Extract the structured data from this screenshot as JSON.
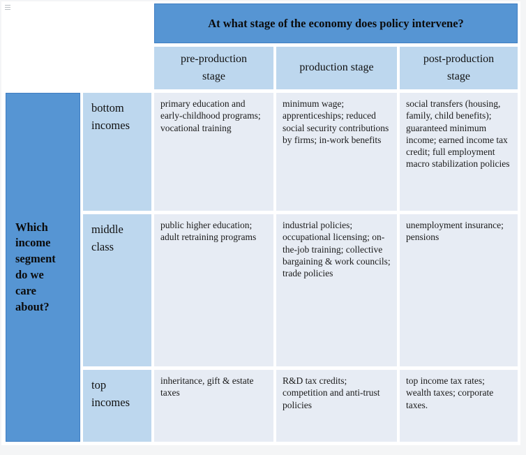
{
  "chart_data": {
    "type": "table",
    "title": "At what stage of the economy does policy intervene?",
    "row_dimension_title": "Which\nincome\nsegment\ndo we\ncare\nabout?",
    "columns": [
      "pre-production\nstage",
      "production stage",
      "post-production\nstage"
    ],
    "rows": [
      {
        "label": "bottom\nincomes",
        "cells": [
          "primary education and early-childhood programs; vocational training",
          "minimum wage; apprenticeships; reduced social security contributions by firms; in-work benefits",
          "social transfers (housing, family, child benefits); guaranteed minimum income; earned income tax credit; full employment macro stabilization policies"
        ]
      },
      {
        "label": "middle\nclass",
        "cells": [
          "public higher education; adult retraining programs",
          "industrial policies; occupational licensing; on-the-job training; collective bargaining & work councils; trade policies",
          "unemployment insurance; pensions"
        ]
      },
      {
        "label": "top\nincomes",
        "cells": [
          "inheritance, gift & estate taxes",
          "R&D tax credits; competition and anti-trust policies",
          "top income tax rates; wealth taxes; corporate taxes."
        ]
      }
    ],
    "colors": {
      "header_blue": "#5695d3",
      "subheader_blue": "#bdd7ee",
      "data_cell_blue": "#e7ecf4",
      "gap_white": "#ffffff",
      "page_background": "#f4f5f6",
      "text": "#111111"
    },
    "layout": {
      "grid": "off",
      "legend": "none"
    }
  }
}
